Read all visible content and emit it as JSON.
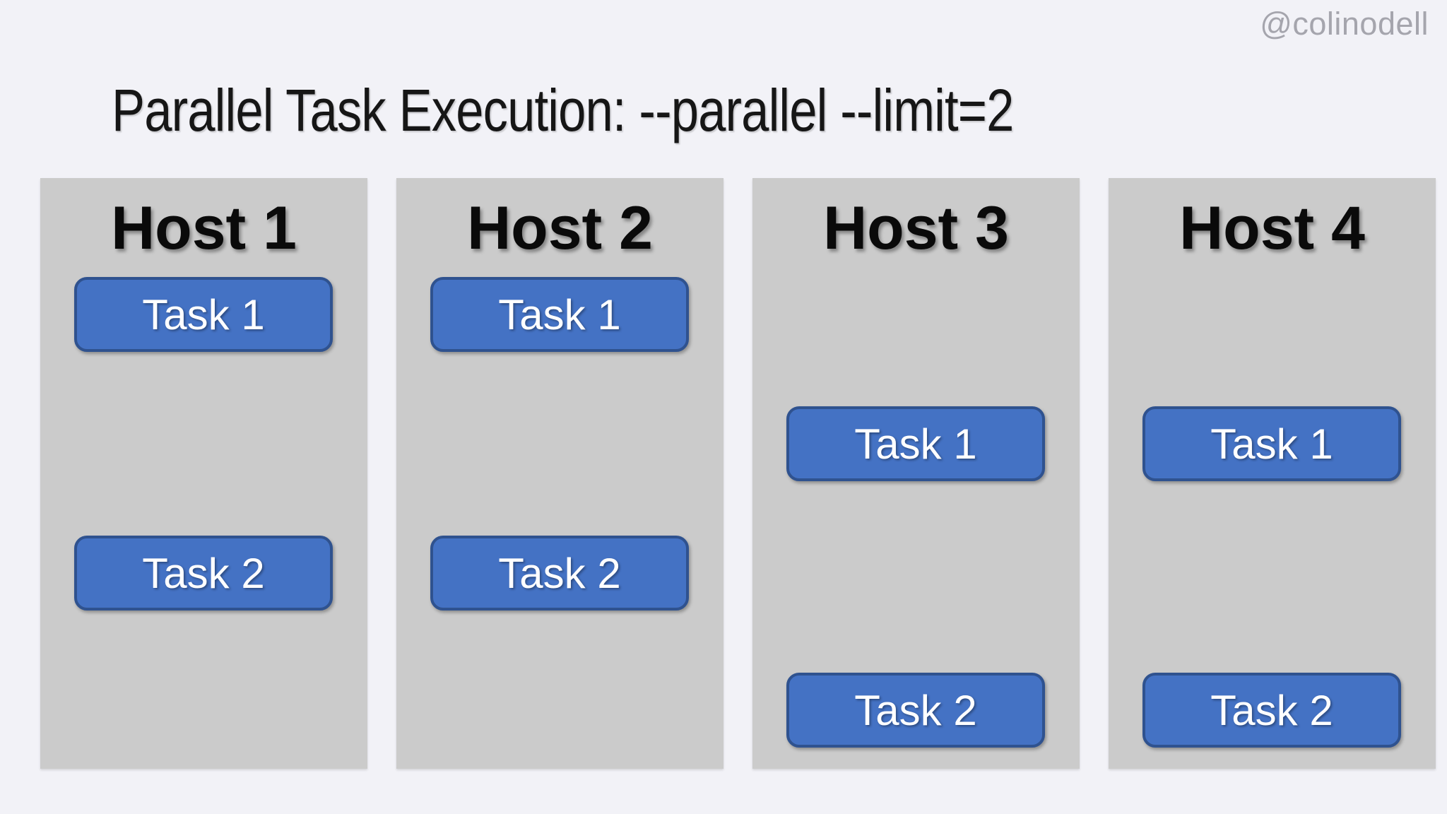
{
  "watermark": "@colinodell",
  "title": "Parallel Task Execution: --parallel --limit=2",
  "colors": {
    "background": "#f2f2f7",
    "column_background": "#cbcbcb",
    "task_fill": "#4472c4",
    "task_border": "#2f528f",
    "task_text": "#ffffff",
    "title_text": "#161616",
    "host_text": "#0a0a0a",
    "watermark_text": "#a5a5ad"
  },
  "hosts": [
    {
      "label": "Host 1",
      "tasks": [
        {
          "label": "Task 1"
        },
        {
          "label": "Task 2"
        }
      ]
    },
    {
      "label": "Host 2",
      "tasks": [
        {
          "label": "Task 1"
        },
        {
          "label": "Task 2"
        }
      ]
    },
    {
      "label": "Host 3",
      "tasks": [
        {
          "label": "Task 1"
        },
        {
          "label": "Task 2"
        }
      ]
    },
    {
      "label": "Host 4",
      "tasks": [
        {
          "label": "Task 1"
        },
        {
          "label": "Task 2"
        }
      ]
    }
  ]
}
